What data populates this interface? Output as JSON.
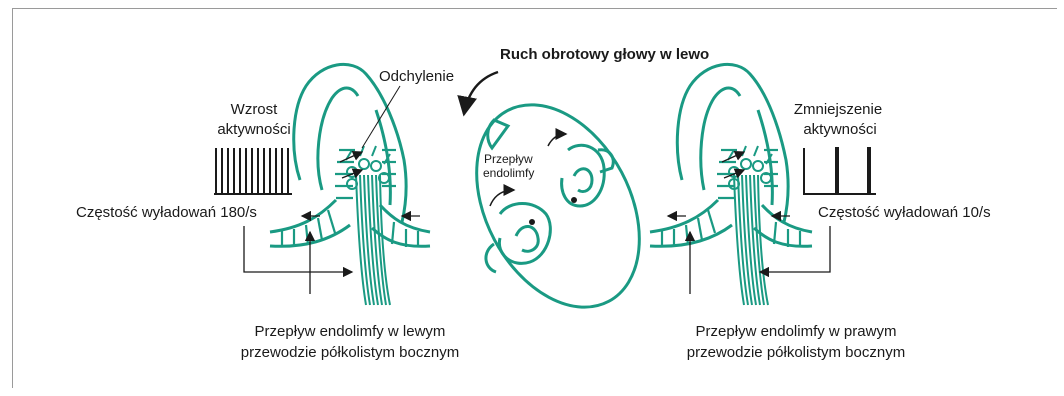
{
  "title": "Ruch obrotowy głowy w lewo",
  "left": {
    "deflection_label": "Odchylenie",
    "activity_line1": "Wzrost",
    "activity_line2": "aktywności",
    "frequency": "Częstość wyładowań 180/s",
    "caption_line1": "Przepływ endolimfy w lewym",
    "caption_line2": "przewodzie półkolistym bocznym"
  },
  "right": {
    "activity_line1": "Zmniejszenie",
    "activity_line2": "aktywności",
    "frequency": "Częstość wyładowań 10/s",
    "caption_line1": "Przepływ endolimfy w prawym",
    "caption_line2": "przewodzie półkolistym bocznym"
  },
  "head": {
    "flow_line1": "Przepływ",
    "flow_line2": "endolimfy"
  },
  "colors": {
    "structure": "#1a9a83",
    "text": "#1a1a1a",
    "frame": "#9a9a9a"
  }
}
